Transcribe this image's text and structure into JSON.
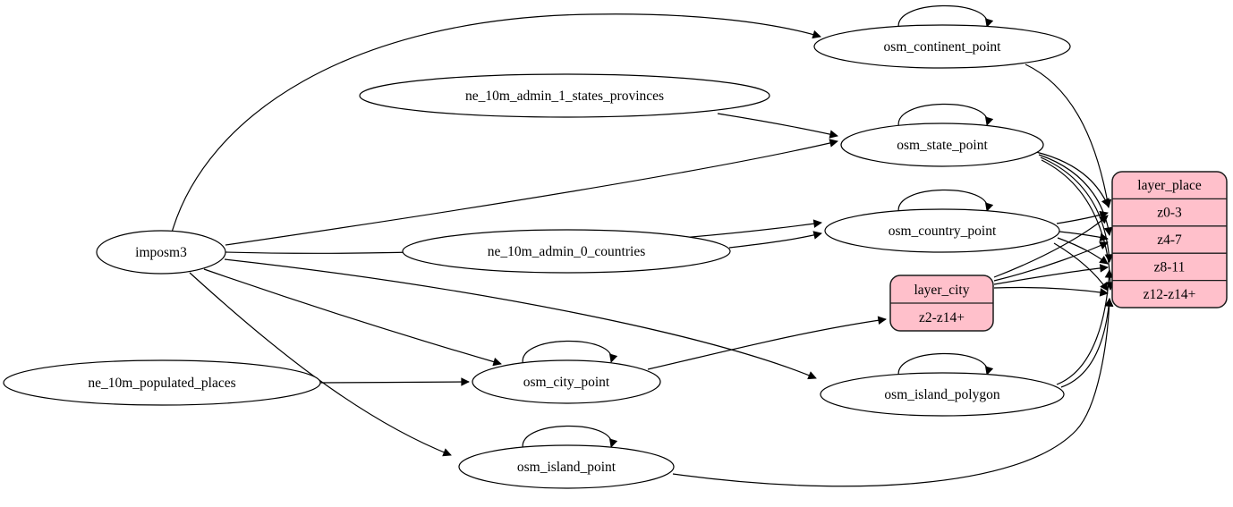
{
  "diagram": {
    "kind": "etl-dependency-graph",
    "background_color": "#ffffff",
    "edge_color": "#000000",
    "record_fill_color": "#ffc0cb",
    "nodes": {
      "imposm3": {
        "label": "imposm3",
        "shape": "ellipse"
      },
      "ne_10m_admin_1_states_provinces": {
        "label": "ne_10m_admin_1_states_provinces",
        "shape": "ellipse"
      },
      "ne_10m_admin_0_countries": {
        "label": "ne_10m_admin_0_countries",
        "shape": "ellipse"
      },
      "ne_10m_populated_places": {
        "label": "ne_10m_populated_places",
        "shape": "ellipse"
      },
      "osm_continent_point": {
        "label": "osm_continent_point",
        "shape": "ellipse",
        "self_loop": true
      },
      "osm_state_point": {
        "label": "osm_state_point",
        "shape": "ellipse",
        "self_loop": true
      },
      "osm_country_point": {
        "label": "osm_country_point",
        "shape": "ellipse",
        "self_loop": true
      },
      "osm_city_point": {
        "label": "osm_city_point",
        "shape": "ellipse",
        "self_loop": true
      },
      "osm_island_polygon": {
        "label": "osm_island_polygon",
        "shape": "ellipse",
        "self_loop": true
      },
      "osm_island_point": {
        "label": "osm_island_point",
        "shape": "ellipse",
        "self_loop": true
      },
      "layer_place": {
        "title": "layer_place",
        "shape": "record",
        "rows": [
          "z0-3",
          "z4-7",
          "z8-11",
          "z12-z14+"
        ]
      },
      "layer_city": {
        "title": "layer_city",
        "shape": "record",
        "rows": [
          "z2-z14+"
        ]
      }
    },
    "edges": [
      {
        "from": "imposm3",
        "to": "osm_continent_point"
      },
      {
        "from": "imposm3",
        "to": "osm_state_point"
      },
      {
        "from": "imposm3",
        "to": "osm_country_point"
      },
      {
        "from": "imposm3",
        "to": "osm_city_point"
      },
      {
        "from": "imposm3",
        "to": "osm_island_polygon"
      },
      {
        "from": "imposm3",
        "to": "osm_island_point"
      },
      {
        "from": "ne_10m_admin_1_states_provinces",
        "to": "osm_state_point"
      },
      {
        "from": "ne_10m_admin_0_countries",
        "to": "osm_country_point"
      },
      {
        "from": "ne_10m_populated_places",
        "to": "osm_city_point"
      },
      {
        "from": "osm_continent_point",
        "to": "layer_place",
        "port": "z0-3"
      },
      {
        "from": "osm_state_point",
        "to": "layer_place",
        "port": "z0-3"
      },
      {
        "from": "osm_state_point",
        "to": "layer_place",
        "port": "z4-7"
      },
      {
        "from": "osm_state_point",
        "to": "layer_place",
        "port": "z8-11"
      },
      {
        "from": "osm_state_point",
        "to": "layer_place",
        "port": "z12-z14+"
      },
      {
        "from": "osm_country_point",
        "to": "layer_place",
        "port": "z0-3"
      },
      {
        "from": "osm_country_point",
        "to": "layer_place",
        "port": "z4-7"
      },
      {
        "from": "osm_country_point",
        "to": "layer_place",
        "port": "z8-11"
      },
      {
        "from": "osm_country_point",
        "to": "layer_place",
        "port": "z12-z14+"
      },
      {
        "from": "osm_city_point",
        "to": "layer_city",
        "port": "z2-z14+"
      },
      {
        "from": "layer_city",
        "to": "layer_place",
        "port": "z0-3"
      },
      {
        "from": "layer_city",
        "to": "layer_place",
        "port": "z4-7"
      },
      {
        "from": "layer_city",
        "to": "layer_place",
        "port": "z8-11"
      },
      {
        "from": "layer_city",
        "to": "layer_place",
        "port": "z12-z14+"
      },
      {
        "from": "osm_island_polygon",
        "to": "layer_place",
        "port": "z8-11"
      },
      {
        "from": "osm_island_polygon",
        "to": "layer_place",
        "port": "z12-z14+"
      },
      {
        "from": "osm_island_point",
        "to": "layer_place",
        "port": "z12-z14+"
      },
      {
        "from": "osm_continent_point",
        "to": "osm_continent_point"
      },
      {
        "from": "osm_state_point",
        "to": "osm_state_point"
      },
      {
        "from": "osm_country_point",
        "to": "osm_country_point"
      },
      {
        "from": "osm_city_point",
        "to": "osm_city_point"
      },
      {
        "from": "osm_island_polygon",
        "to": "osm_island_polygon"
      },
      {
        "from": "osm_island_point",
        "to": "osm_island_point"
      }
    ]
  }
}
